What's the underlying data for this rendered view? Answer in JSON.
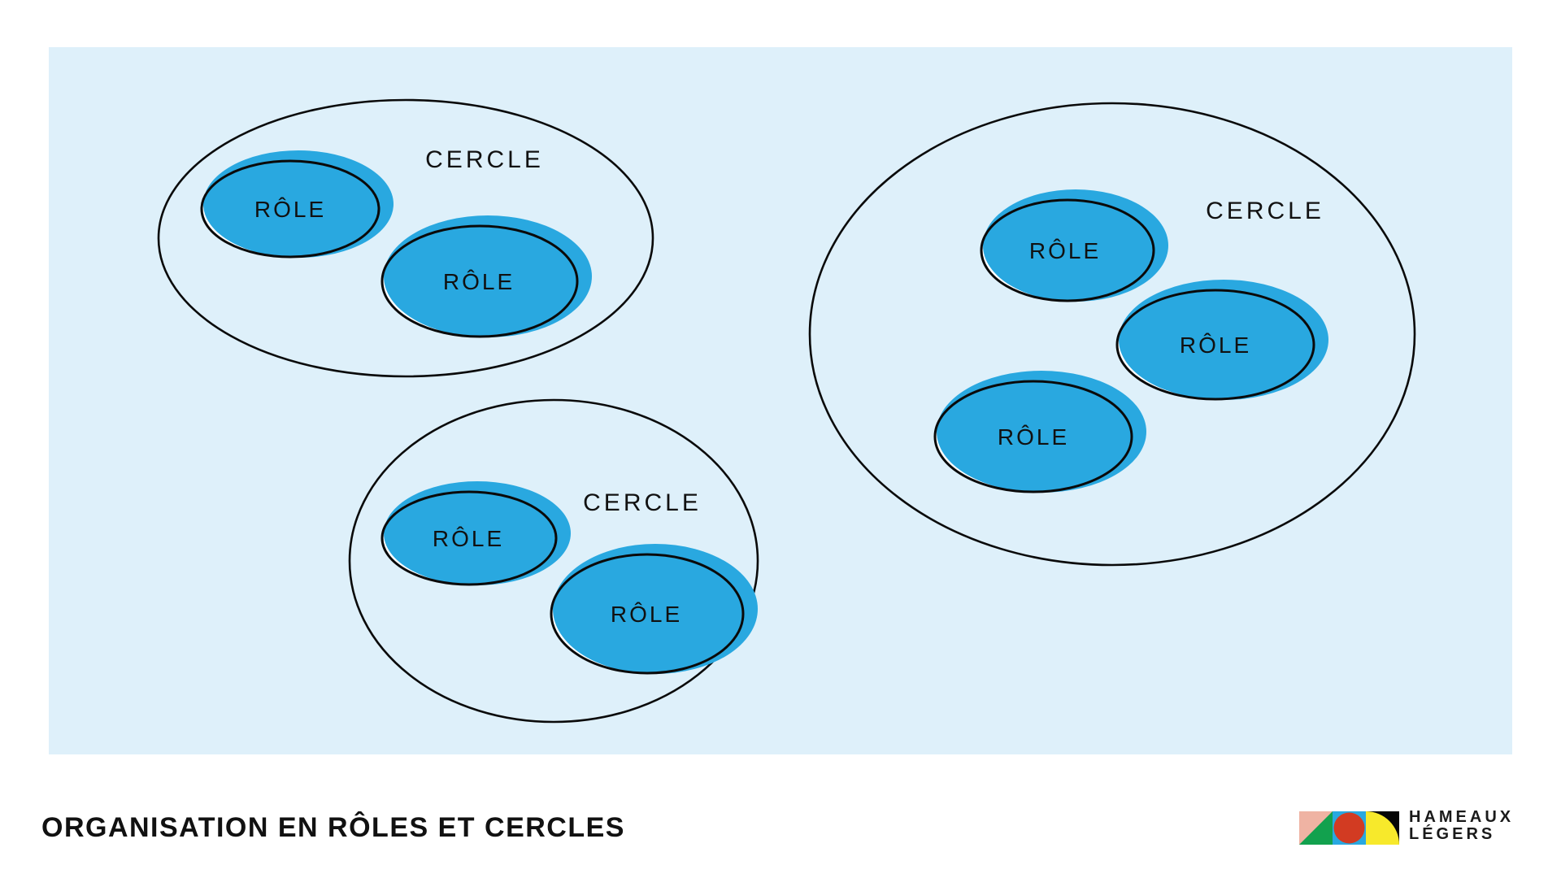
{
  "page": {
    "title": "ORGANISATION EN RÔLES ET CERCLES"
  },
  "colors": {
    "panel_bg": "#DEF0FA",
    "role_blue": "#29A8E0",
    "ink": "#0A0A0A",
    "text_dark": "#111111",
    "logo_pink": "#EFB3A3",
    "logo_green": "#12A14E",
    "logo_blue": "#29A8E0",
    "logo_red": "#D23B22",
    "logo_yellow": "#F7E92B",
    "logo_black": "#060606"
  },
  "diagram": {
    "circles": [
      {
        "label": "CERCLE",
        "roles": [
          "RÔLE",
          "RÔLE"
        ]
      },
      {
        "label": "CERCLE",
        "roles": [
          "RÔLE",
          "RÔLE"
        ]
      },
      {
        "label": "CERCLE",
        "roles": [
          "RÔLE",
          "RÔLE",
          "RÔLE"
        ]
      }
    ]
  },
  "logo": {
    "line1": "HAMEAUX",
    "line2": "LÉGERS"
  }
}
